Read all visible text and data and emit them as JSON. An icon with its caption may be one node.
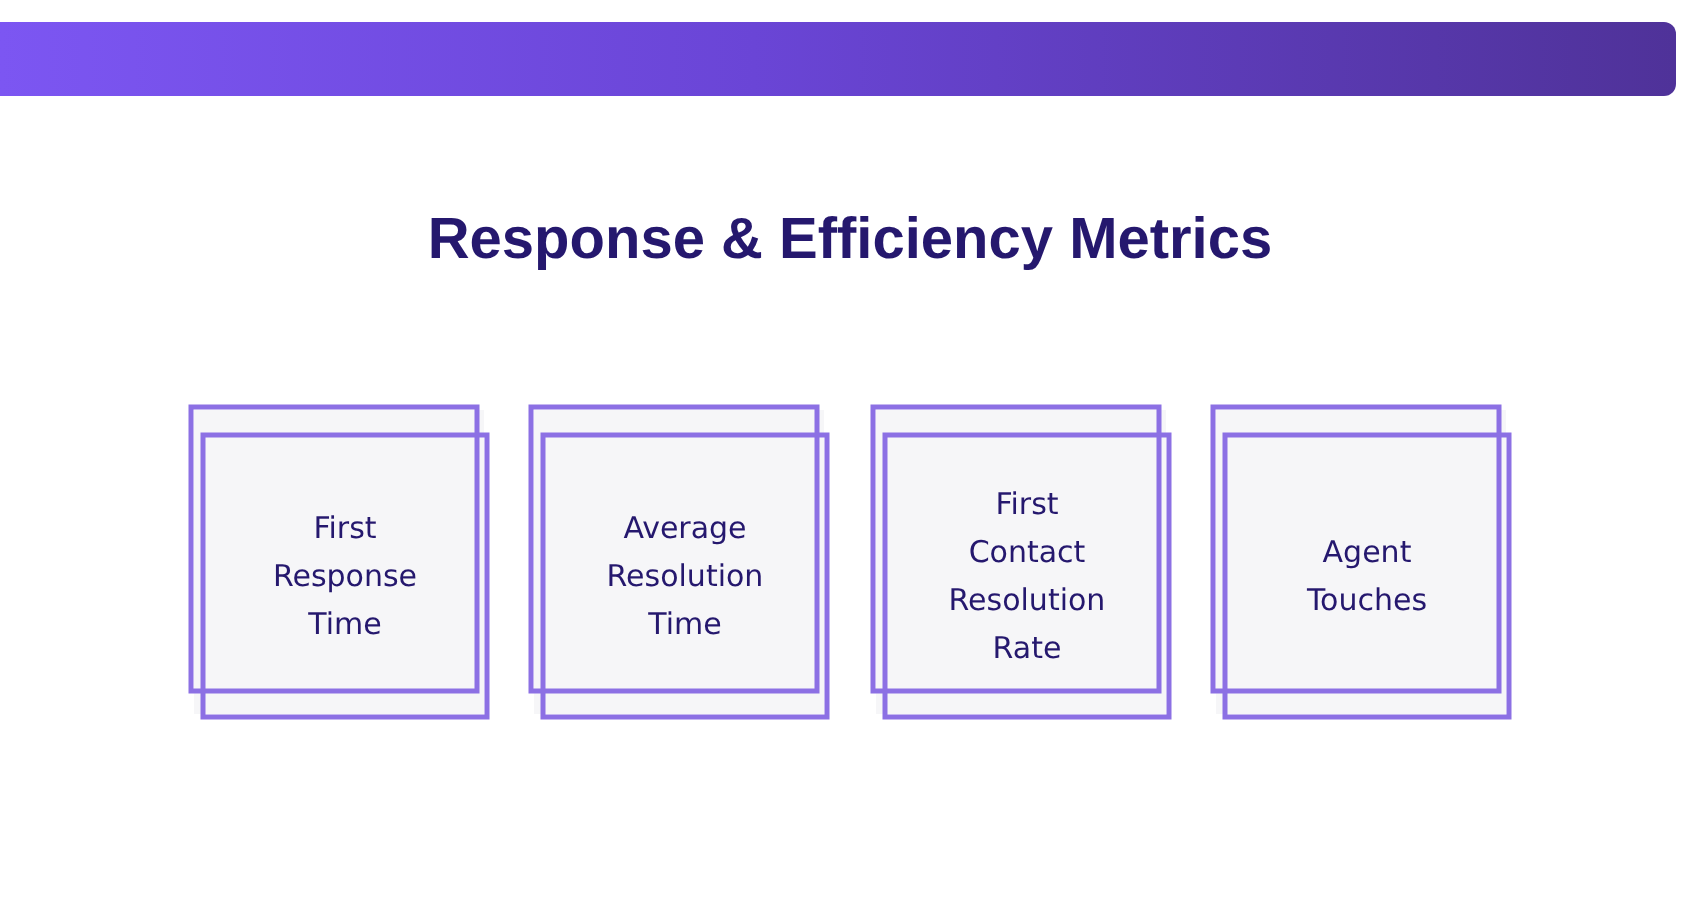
{
  "diagram": {
    "title": "Response & Efficiency Metrics",
    "nodes": [
      {
        "text": [
          "First Response Time"
        ]
      },
      {
        "text": [
          "Average Resolution Time"
        ]
      },
      {
        "text": [
          "First Contact Resolution Rate"
        ]
      },
      {
        "text": [
          "Agent Touches"
        ]
      }
    ]
  }
}
